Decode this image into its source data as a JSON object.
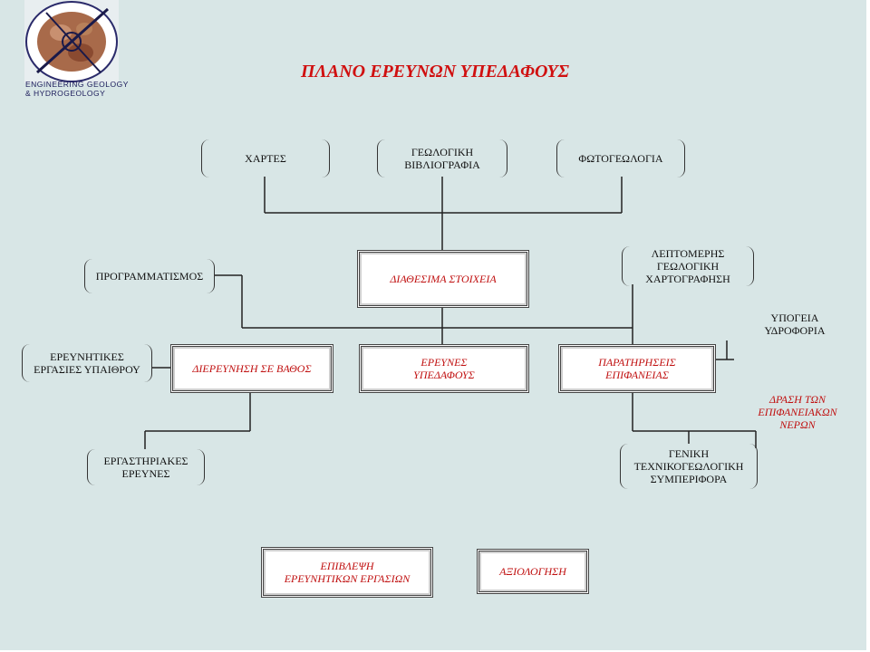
{
  "logo": {
    "line1": "ENGINEERING GEOLOGY",
    "line2": "& HYDROGEOLOGY"
  },
  "title": "ΠΛΑΝΟ ΕΡΕΥΝΩΝ ΥΠΕΔΑΦΟΥΣ",
  "nodes": {
    "maps": "ΧΑΡΤΕΣ",
    "geo_bibliography": "ΓΕΩΛΟΓΙΚΗ\nΒΙΒΛΙΟΓΡΑΦΙΑ",
    "photogeology": "ΦΩΤΟΓΕΩΛΟΓΙΑ",
    "programming": "ΠΡΟΓΡΑΜΜΑΤΙΣΜΟΣ",
    "available_data": "ΔΙΑΘΕΣΙΜΑ ΣΤΟΙΧΕΙΑ",
    "detailed_mapping": "ΛΕΠΤΟΜΕΡΗΣ\nΓΕΩΛΟΓΙΚΗ\nΧΑΡΤΟΓΡΑΦΗΣΗ",
    "groundwater": "ΥΠΟΓΕΙΑ\nΥΔΡΟΦΟΡΙΑ",
    "field_work": "ΕΡΕΥΝΗΤΙΚΕΣ\nΕΡΓΑΣΙΕΣ ΥΠΑΙΘΡΟΥ",
    "deep_investigation": "ΔΙΕΡΕΥΝΗΣΗ ΣΕ ΒΑΘΟΣ",
    "subsurface_research": "ΕΡΕΥΝΕΣ\nΥΠΕΔΑΦΟΥΣ",
    "surface_observations": "ΠΑΡΑΤΗΡΗΣΕΙΣ\nΕΠΙΦΑΝΕΙΑΣ",
    "surface_water": "ΔΡΑΣΗ ΤΩΝ\nΕΠΙΦΑΝΕΙΑΚΩΝ\nΝΕΡΩΝ",
    "lab_research": "ΕΡΓΑΣΤΗΡΙΑΚΕΣ\nΕΡΕΥΝΕΣ",
    "geotech_behavior": "ΓΕΝΙΚΗ\nΤΕΧΝΙΚΟΓΕΩΛΟΓΙΚΗ\nΣΥΜΠΕΡΙΦΟΡΑ",
    "supervision": "ΕΠΙΒΛΕΨΗ\nΕΡΕΥΝΗΤΙΚΩΝ ΕΡΓΑΣΙΩΝ",
    "evaluation": "ΑΞΙΟΛΟΓΗΣΗ"
  },
  "colors": {
    "background": "#d8e6e6",
    "title": "#d01010",
    "accent_text": "#c01010",
    "lines": "#222222"
  }
}
